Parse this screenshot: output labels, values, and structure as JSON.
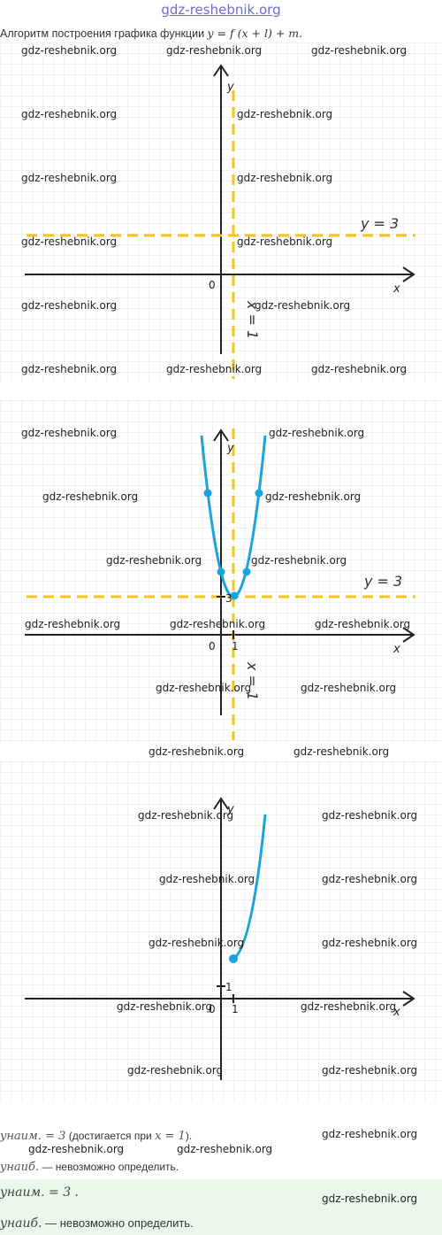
{
  "site": "gdz-reshebnik.org",
  "heading": {
    "text": "Алгоритм построения графика функции ",
    "formula": "y = f (x + l) + m."
  },
  "watermark": "gdz-reshebnik.org",
  "colors": {
    "curve": "#1aa3dc",
    "guide": "#f5c518",
    "grid": "#e3e3e3",
    "axis": "#222222"
  },
  "graphs": [
    {
      "name": "asymptote-lines",
      "axis_labels": {
        "x": "x",
        "y": "y",
        "origin": "0"
      },
      "line_labels": {
        "horizontal": "y = 3",
        "vertical": "x = 1"
      }
    },
    {
      "name": "full-parabola",
      "axis_labels": {
        "x": "x",
        "y": "y",
        "origin": "0"
      },
      "tick_labels": {
        "x1": "1",
        "y3": "3"
      },
      "line_labels": {
        "horizontal": "y = 3",
        "vertical": "x = 1"
      }
    },
    {
      "name": "right-half-parabola",
      "axis_labels": {
        "x": "x",
        "y": "y",
        "origin": "0"
      },
      "tick_labels": {
        "x1": "1",
        "y1": "1"
      }
    }
  ],
  "notes": {
    "min_label": "yнаим.",
    "min_value": " = 3",
    "min_text": " (достигается при ",
    "min_x": "x = 1",
    "min_end": ").",
    "max_label": "yнаиб.",
    "max_text": " — невозможно определить."
  },
  "answer": {
    "min_label": "yнаим.",
    "min_value": " = 3 .",
    "max_label": "yнаиб.",
    "max_text": " — невозможно определить."
  }
}
